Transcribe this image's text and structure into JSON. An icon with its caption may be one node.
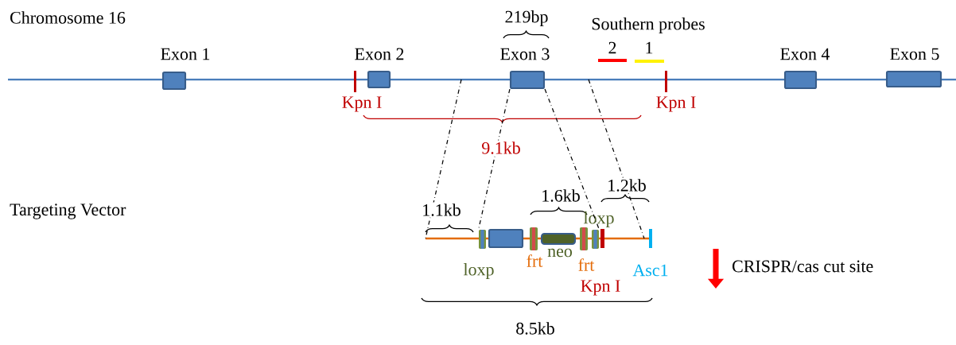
{
  "diagram": {
    "nodes": [
      {
        "text": [
          "Exon 1"
        ]
      },
      {
        "text": [
          "Exon 2"
        ]
      },
      {
        "text": [
          "Exon 3"
        ]
      },
      {
        "text": [
          "2"
        ]
      },
      {
        "text": [
          "1"
        ]
      },
      {
        "text": [
          "Exon 4"
        ]
      },
      {
        "text": [
          "Exon 5"
        ]
      },
      {
        "text": [
          "Kpn I"
        ]
      },
      {
        "text": [
          "Kpn I"
        ]
      },
      {
        "text": [
          "loxp"
        ]
      },
      {
        "text": [],
        "shape": "box"
      },
      {
        "text": [
          "frt"
        ]
      },
      {
        "text": [
          "neo"
        ]
      },
      {
        "text": [
          "frt"
        ]
      },
      {
        "text": [
          "loxp"
        ]
      },
      {
        "text": [
          "Kpn I"
        ]
      },
      {
        "text": [
          "Asc1"
        ]
      }
    ],
    "edges": [
      {
        "from": 2,
        "to": 9,
        "arrow": "none",
        "style": "dashed"
      },
      {
        "from": 2,
        "to": 14,
        "arrow": "none",
        "style": "dashed"
      }
    ],
    "labels": [
      "Chromosome 16",
      "219bp",
      "Southern probes",
      "9.1kb",
      "Targeting Vector",
      "1.1kb",
      "1.6kb",
      "1.2kb",
      "8.5kb"
    ],
    "legend": [
      {
        "text": "CRISPR/cas cut site"
      }
    ]
  }
}
